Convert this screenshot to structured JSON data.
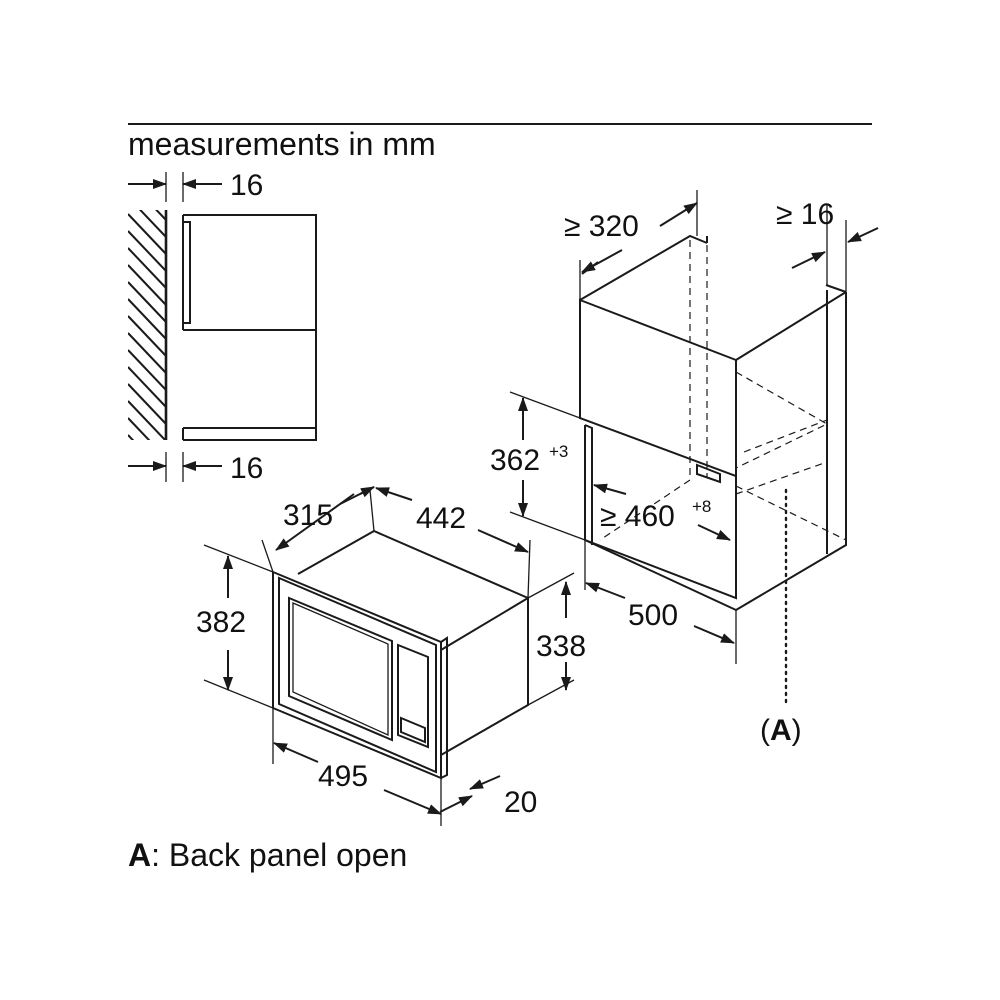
{
  "header": {
    "title": "measurements in mm"
  },
  "footer": {
    "note_key": "A",
    "note_text": ": Back panel open"
  },
  "dims": {
    "wall_gap_top": "16",
    "wall_gap_bottom": "16",
    "depth": "315",
    "width": "442",
    "height": "382",
    "body_height": "338",
    "front_width": "495",
    "front_depth": "20",
    "cab_depth": "≥ 320",
    "cab_side": "≥ 16",
    "opening_height": "362",
    "opening_height_tol": "+3",
    "opening_width": "≥ 460",
    "opening_width_tol": "+8",
    "cab_width": "500",
    "back_panel_label_open": "(",
    "back_panel_label_key": "A",
    "back_panel_label_close": ")"
  },
  "colors": {
    "line": "#1a1a1a",
    "background": "#ffffff"
  }
}
